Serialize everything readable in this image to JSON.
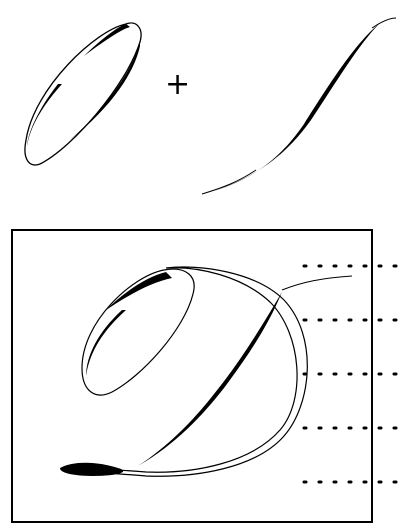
{
  "figure": {
    "top_row": {
      "left_stroke": "oval-stroke",
      "operator": "+",
      "right_stroke": "diagonal-stroke"
    },
    "bottom_panel": {
      "letter": "D",
      "guide_style": "dotted-lines",
      "guide_count": 5
    }
  },
  "colors": {
    "ink": "#000000",
    "background": "#ffffff",
    "frame": "#000000"
  }
}
